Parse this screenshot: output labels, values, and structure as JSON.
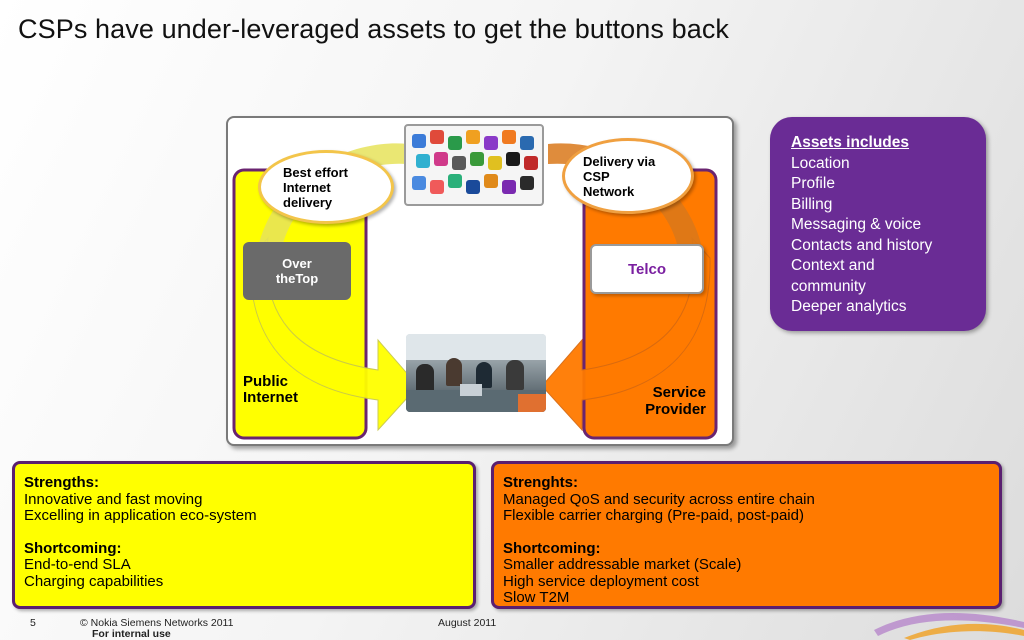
{
  "title": "CSPs have under-leveraged assets to get the buttons back",
  "diagram": {
    "oval_left": "Best effort\nInternet\ndelivery",
    "oval_right": "Delivery via\nCSP\nNetwork",
    "ott_label": "Over\ntheTop",
    "telco_label": "Telco",
    "public_internet": "Public\nInternet",
    "service_provider": "Service\nProvider"
  },
  "assets": {
    "title": "Assets includes",
    "items": [
      "Location",
      "Profile",
      "Billing",
      "Messaging & voice",
      "Contacts and history",
      "Context and\ncommunity",
      "Deeper analytics"
    ]
  },
  "left_box": {
    "strengths_head": "Strengths:",
    "strengths": [
      "Innovative and fast moving",
      "Excelling in application eco-system"
    ],
    "shortcoming_head": "Shortcoming:",
    "shortcomings": [
      "End-to-end SLA",
      "Charging capabilities"
    ]
  },
  "right_box": {
    "strengths_head": "Strenghts:",
    "strengths": [
      "Managed QoS and security across entire chain",
      "Flexible carrier charging (Pre-paid, post-paid)"
    ],
    "shortcoming_head": "Shortcoming:",
    "shortcomings": [
      "Smaller  addressable market (Scale)",
      "High service deployment cost",
      "Slow T2M"
    ]
  },
  "footer": {
    "page": "5",
    "copyright": "© Nokia Siemens Networks 2011",
    "date": "August 2011",
    "classification": "For internal use"
  },
  "colors": {
    "yellow": "#ffff00",
    "orange": "#ff7a00",
    "purple": "#6a2c95",
    "border_purple": "#5a1f70"
  }
}
